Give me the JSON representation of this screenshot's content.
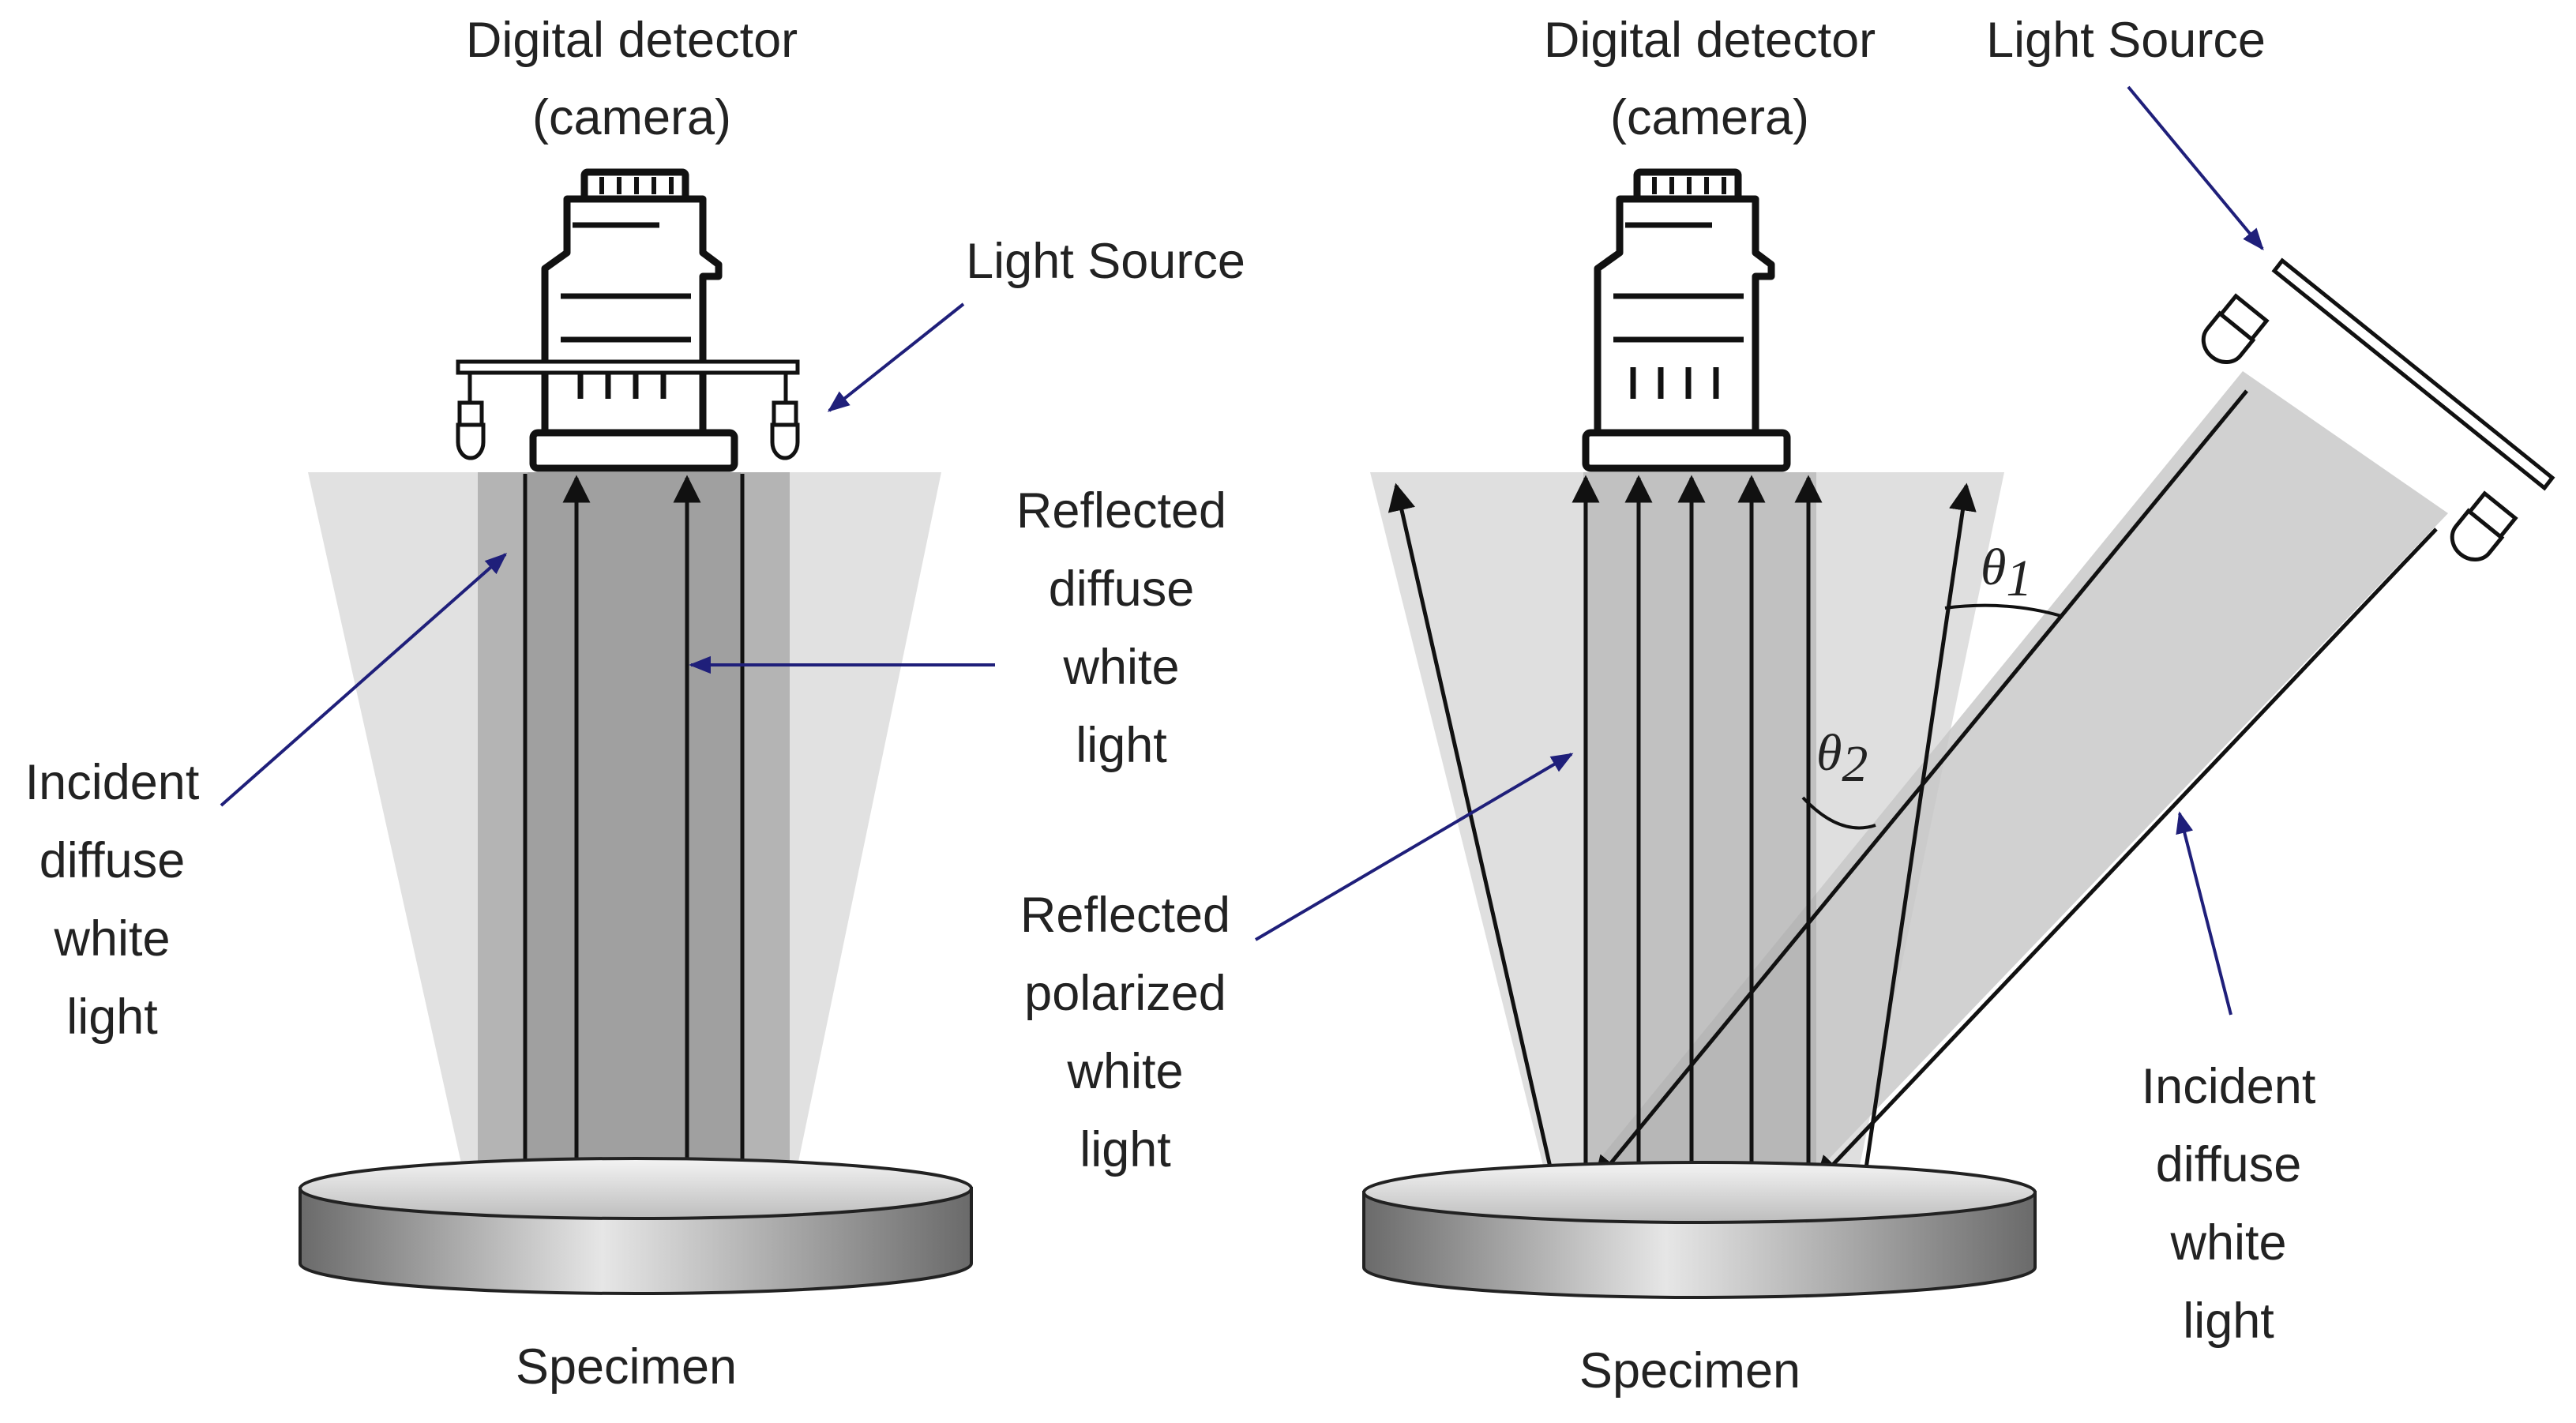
{
  "left_panel": {
    "detector_label": [
      "Digital detector",
      "(camera)"
    ],
    "light_source_label": "Light Source",
    "reflected_label": [
      "Reflected",
      "diffuse",
      "white",
      "light"
    ],
    "incident_label": [
      "Incident",
      "diffuse",
      "white",
      "light"
    ],
    "specimen_label": "Specimen"
  },
  "right_panel": {
    "detector_label": [
      "Digital detector",
      "(camera)"
    ],
    "light_source_label": "Light Source",
    "reflected_label": [
      "Reflected",
      "polarized",
      "white",
      "light"
    ],
    "incident_label": [
      "Incident",
      "diffuse",
      "white",
      "light"
    ],
    "specimen_label": "Specimen",
    "angle_labels": {
      "theta1": {
        "symbol": "θ",
        "subscript": "1"
      },
      "theta2": {
        "symbol": "θ",
        "subscript": "2"
      }
    }
  },
  "colors": {
    "outline": "#111111",
    "pointer_arrow": "#1f1f7a",
    "cone_light": "#d9d9d9",
    "beam_dark": "#a8a8a8",
    "incident_beam": "#c4c4c4"
  }
}
